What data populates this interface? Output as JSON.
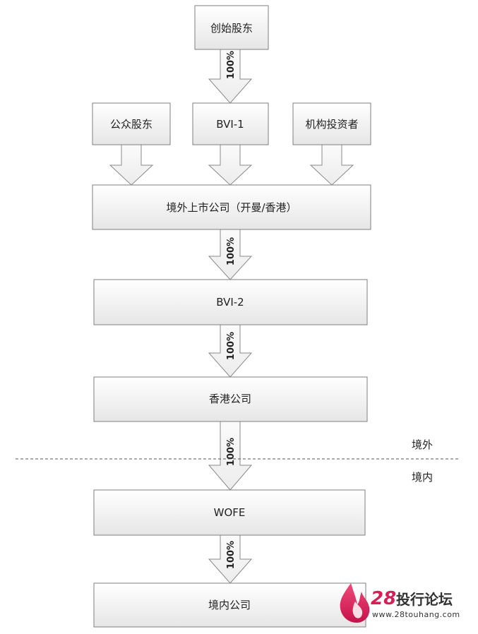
{
  "boxes": {
    "founders": "创始股东",
    "public": "公众股东",
    "bvi1": "BVI-1",
    "institutional": "机构投资者",
    "listed": "境外上市公司（开曼/香港）",
    "bvi2": "BVI-2",
    "hk": "香港公司",
    "wofe": "WOFE",
    "domestic": "境内公司"
  },
  "arrows": {
    "founders_to_bvi1": "100%",
    "listed_to_bvi2": "100%",
    "bvi2_to_hk": "100%",
    "hk_to_wofe": "100%",
    "wofe_to_domestic": "100%"
  },
  "regions": {
    "offshore": "境外",
    "onshore": "境内"
  },
  "watermark": {
    "number": "28",
    "name": "投行论坛",
    "url": "www.28touhang.com"
  },
  "colors": {
    "box_fill_top": "#ffffff",
    "box_fill_bottom": "#e9e9e9",
    "stroke": "#7f7f7f",
    "arrow_fill": "#f2f2f2",
    "brand": "#d61f57"
  }
}
